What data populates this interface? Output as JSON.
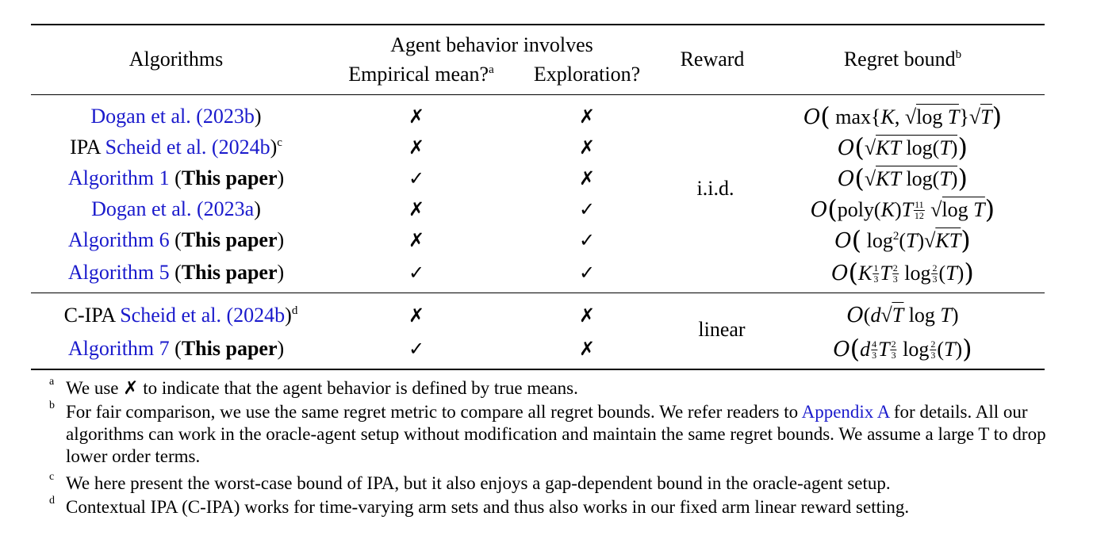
{
  "header": {
    "algorithms": "Algorithms",
    "group": "Agent behavior involves",
    "empirical": "Empirical mean?",
    "empirical_note": "a",
    "exploration": "Exploration?",
    "reward": "Reward",
    "regret": "Regret bound",
    "regret_note": "b"
  },
  "rows": [
    {
      "pre": "",
      "link": "Dogan et al. (",
      "year": "2023b",
      "post": ")",
      "bold": "",
      "note": "",
      "empirical": "✗",
      "exploration": "✗"
    },
    {
      "pre": "IPA ",
      "link": "Scheid et al. (",
      "year": "2024b",
      "post": ")",
      "bold": "",
      "note": "c",
      "empirical": "✗",
      "exploration": "✗"
    },
    {
      "pre": "",
      "link": "Algorithm 1",
      "year": "",
      "post": "",
      "bold": "This paper",
      "note": "",
      "empirical": "✓",
      "exploration": "✗"
    },
    {
      "pre": "",
      "link": "Dogan et al. (",
      "year": "2023a",
      "post": ")",
      "bold": "",
      "note": "",
      "empirical": "✗",
      "exploration": "✓"
    },
    {
      "pre": "",
      "link": "Algorithm 6",
      "year": "",
      "post": "",
      "bold": "This paper",
      "note": "",
      "empirical": "✗",
      "exploration": "✓"
    },
    {
      "pre": "",
      "link": "Algorithm 5",
      "year": "",
      "post": "",
      "bold": "This paper",
      "note": "",
      "empirical": "✓",
      "exploration": "✓"
    },
    {
      "pre": "C-IPA ",
      "link": "Scheid et al. (",
      "year": "2024b",
      "post": ")",
      "bold": "",
      "note": "d",
      "empirical": "✗",
      "exploration": "✗"
    },
    {
      "pre": "",
      "link": "Algorithm 7",
      "year": "",
      "post": "",
      "bold": "This paper",
      "note": "",
      "empirical": "✓",
      "exploration": "✗"
    }
  ],
  "reward_groups": [
    "i.i.d.",
    "linear"
  ],
  "footnotes": [
    {
      "mark": "a",
      "text": "We use ✗ to indicate that the agent behavior is defined by true means."
    },
    {
      "mark": "b",
      "text_before": "For fair comparison, we use the same regret metric to compare all regret bounds. We refer readers to ",
      "link": "Appendix A",
      "text_after": " for details. All our algorithms can work in the oracle-agent setup without modification and maintain the same regret bounds. We assume a large T to drop lower order terms."
    },
    {
      "mark": "c",
      "text": "We here present the worst-case bound of IPA, but it also enjoys a gap-dependent bound in the oracle-agent setup."
    },
    {
      "mark": "d",
      "text": "Contextual IPA (C-IPA) works for time-varying arm sets and thus also works in our fixed arm linear reward setting."
    }
  ]
}
